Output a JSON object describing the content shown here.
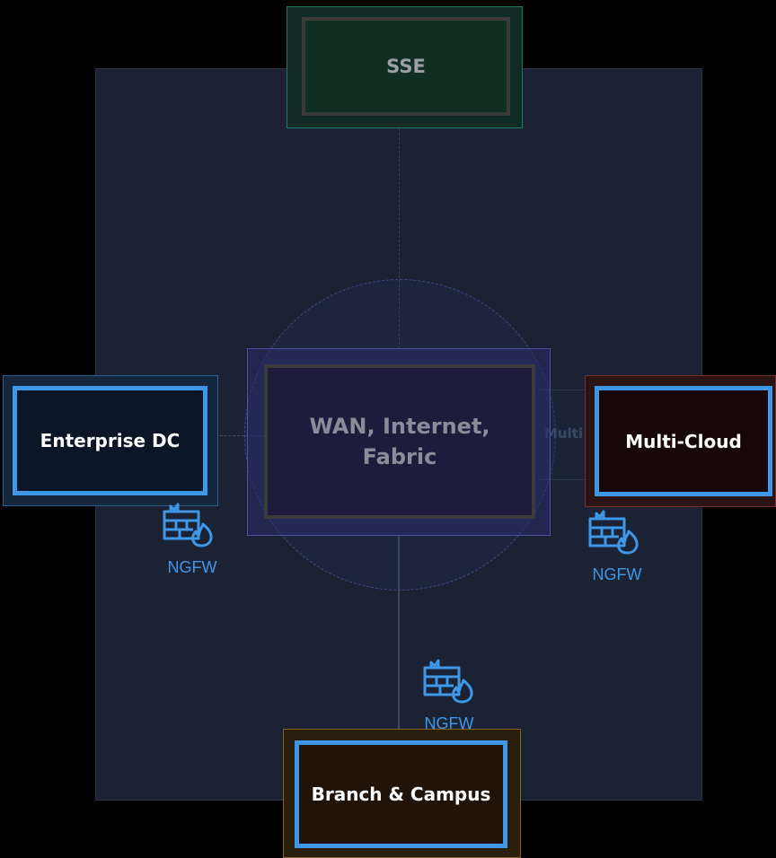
{
  "nodes": {
    "sse": {
      "label": "SSE"
    },
    "wan": {
      "label": "WAN, Internet,\nFabric"
    },
    "enterprise_dc": {
      "label": "Enterprise DC"
    },
    "multi_cloud": {
      "label": "Multi-Cloud"
    },
    "branch_campus": {
      "label": "Branch & Campus"
    }
  },
  "connectors": {
    "multi_label": "Multi"
  },
  "firewalls": {
    "left": {
      "label": "NGFW"
    },
    "right": {
      "label": "NGFW"
    },
    "bottom": {
      "label": "NGFW"
    }
  },
  "colors": {
    "accent_blue": "#3f97e7",
    "sse_border": "#1f7a62",
    "wan_border": "#4b50a6",
    "dc_border": "#2f5f8e",
    "cloud_border": "#7a2f2f",
    "branch_border": "#8a6224"
  }
}
